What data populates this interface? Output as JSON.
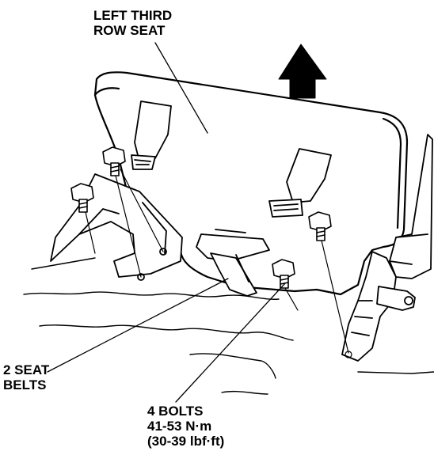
{
  "labels": {
    "seat": {
      "line1": "LEFT THIRD",
      "line2": "ROW SEAT"
    },
    "belts": {
      "line1": "2 SEAT",
      "line2": "BELTS"
    },
    "bolts": {
      "line1": "4 BOLTS",
      "line2": "41-53 N·m",
      "line3": "(30-39 lbf·ft)"
    }
  },
  "colors": {
    "ink": "#000000",
    "paper": "#ffffff"
  }
}
